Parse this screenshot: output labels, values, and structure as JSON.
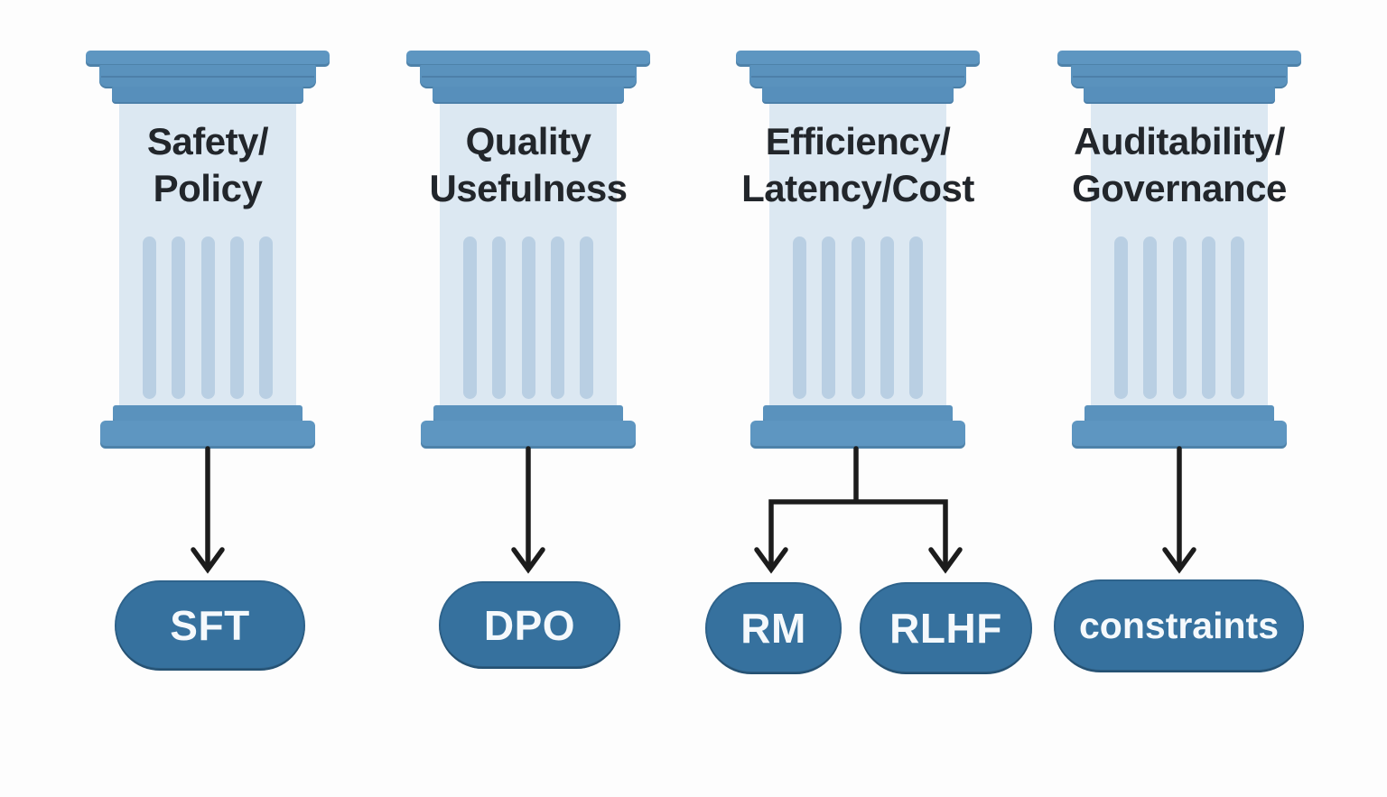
{
  "diagram": {
    "type": "four-pillars-to-methods",
    "background": "#fdfdfd"
  },
  "colors": {
    "capital_blue": "#5e96c1",
    "shaft_light_blue": "#dce8f2",
    "flute_blue": "#b9cfe3",
    "pill_dark_blue": "#36719e",
    "pill_text": "#f5f9fc",
    "label_text": "#22262b",
    "arrow_black": "#1c1c1c"
  },
  "pillars": [
    {
      "id": "safety-policy",
      "lines": [
        "Safety/",
        "Policy"
      ],
      "output": "SFT"
    },
    {
      "id": "quality-usefulness",
      "lines": [
        "Quality",
        "Usefulness"
      ],
      "output": "DPO"
    },
    {
      "id": "efficiency-latency-cost",
      "lines": [
        "Efficiency/",
        "Latency/Cost"
      ],
      "outputs": [
        "RM",
        "RLHF"
      ]
    },
    {
      "id": "auditability-governance",
      "lines": [
        "Auditability/",
        "Governance"
      ],
      "output": "constraints"
    }
  ]
}
